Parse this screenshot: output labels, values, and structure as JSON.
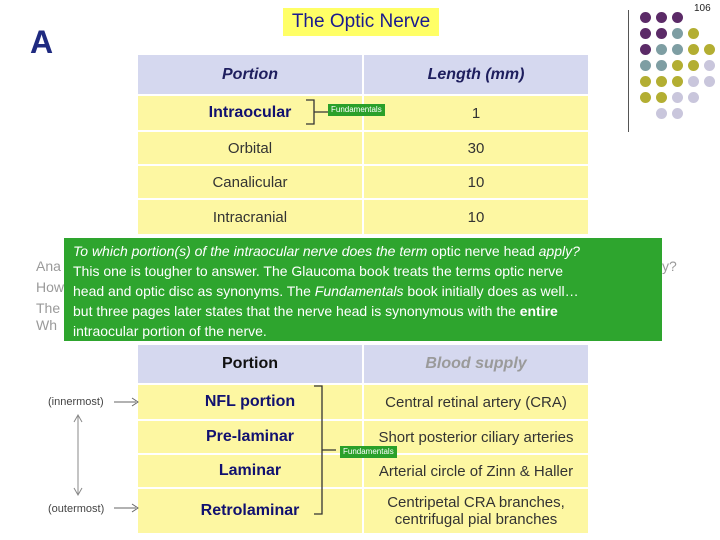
{
  "slide_number": "106",
  "section_letter": "A",
  "title": "The Optic Nerve",
  "colors": {
    "accent_purple": "#5b2a67",
    "accent_teal": "#7e9ea3",
    "accent_olive": "#b3ae32",
    "accent_lavender": "#c9c6dc",
    "table_header": "#d5d8ef",
    "table_row": "#fdf7a2",
    "green_box": "#2ea52e"
  },
  "table1": {
    "headers": [
      "Portion",
      "Length (mm)"
    ],
    "rows": [
      {
        "portion": "Intraocular",
        "length": "1"
      },
      {
        "portion": "Orbital",
        "length": "30"
      },
      {
        "portion": "Canalicular",
        "length": "10"
      },
      {
        "portion": "Intracranial",
        "length": "10"
      }
    ],
    "tag": "Fundamentals"
  },
  "background_lines": [
    "Ana",
    "How",
    "The",
    "Wh"
  ],
  "background_tail": "y?",
  "popup": {
    "question_prefix": "To which portion(s) of the intraocular nerve does the term ",
    "question_term": "optic nerve head",
    "question_suffix": " apply?",
    "line2": "This one is tougher to answer. The Glaucoma book treats the terms optic nerve",
    "line3_a": "head and optic disc as synonyms. The ",
    "line3_b": "Fundamentals",
    "line3_c": " book initially does as well…",
    "line4_a": "but three pages later states that the nerve head is synonymous with the ",
    "line4_b": "entire",
    "line5": "intraocular portion of the nerve."
  },
  "table2": {
    "headers": [
      "Portion",
      "Blood supply"
    ],
    "rows": [
      {
        "portion": "NFL portion",
        "supply": "Central retinal artery (CRA)"
      },
      {
        "portion": "Pre-laminar",
        "supply": "Short posterior ciliary arteries"
      },
      {
        "portion": "Laminar",
        "supply": "Arterial circle of Zinn & Haller"
      },
      {
        "portion": "Retrolaminar",
        "supply": "Centripetal CRA branches, centrifugal pial branches"
      }
    ],
    "innermost": "(innermost)",
    "outermost": "(outermost)",
    "tag": "Fundamentals"
  }
}
